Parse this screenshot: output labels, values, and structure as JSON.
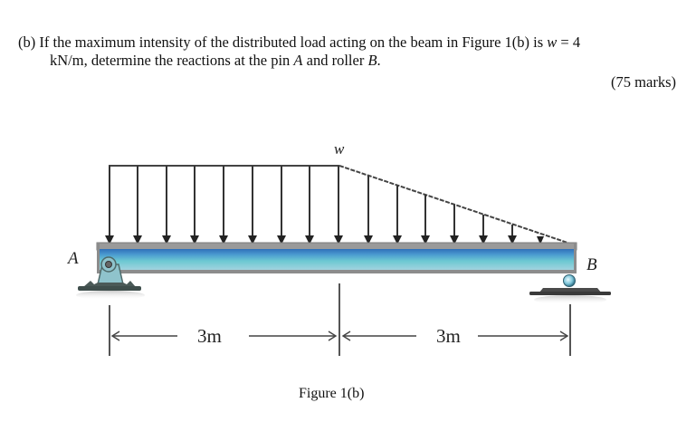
{
  "question": {
    "part_label": "(b)",
    "line1_pre": "If the maximum intensity of the distributed load acting on the beam in Figure 1(b) is ",
    "line1_var": "w",
    "line1_post": " = 4",
    "line2_pre": "kN/m, determine the reactions at the pin ",
    "line2_var_a": "A",
    "line2_mid": " and roller ",
    "line2_var_b": "B",
    "line2_post": ".",
    "marks": "(75 marks)"
  },
  "figure": {
    "load_label": "w",
    "support_left_label": "A",
    "support_right_label": "B",
    "dim_left": "3m",
    "dim_right": "3m",
    "caption": "Figure 1(b)",
    "colors": {
      "beam_top": "#3f7fc4",
      "beam_mid": "#6cc6d3",
      "beam_bottom": "#9fd0de",
      "beam_outline": "#8a8a8a",
      "arrow": "#333333",
      "support": "#4b5a58",
      "support_light": "#8fc3cc"
    }
  }
}
